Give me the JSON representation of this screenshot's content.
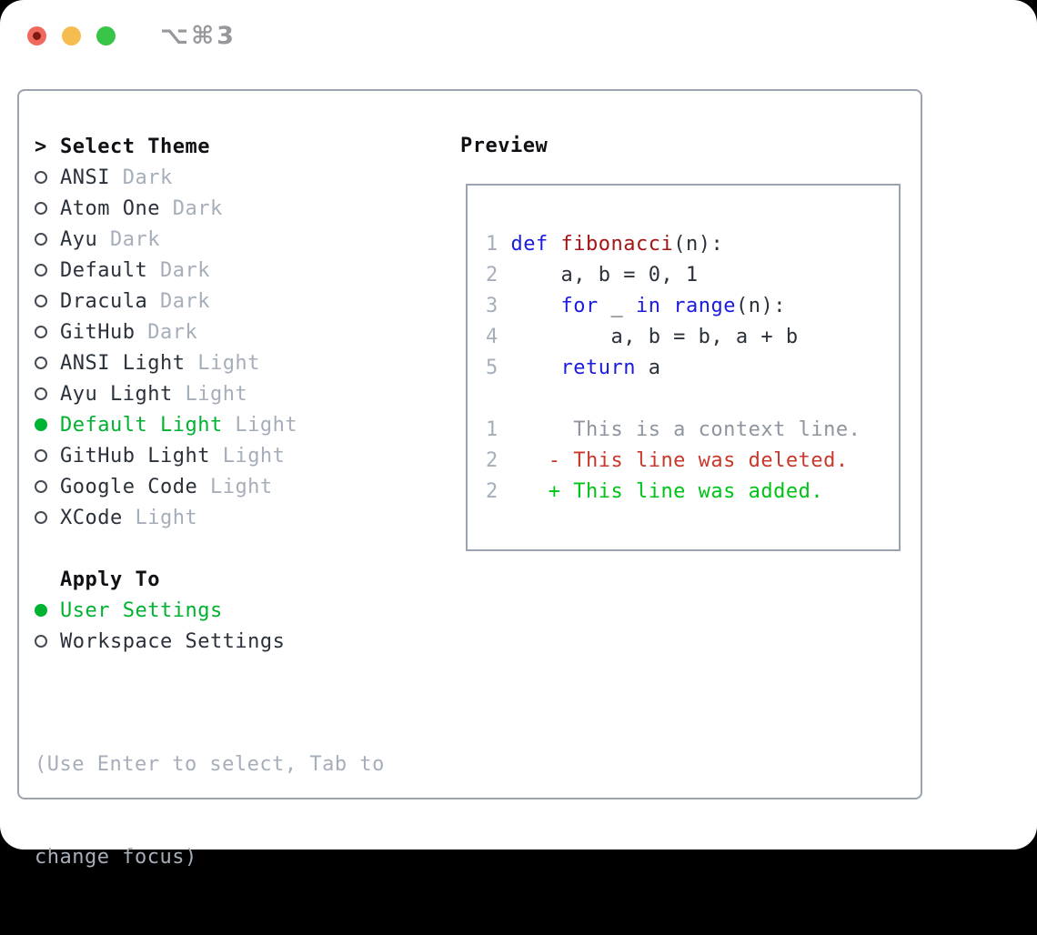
{
  "window": {
    "shortcut": "⌥⌘3"
  },
  "colors": {
    "accent_green": "#00b232",
    "keyword_blue": "#1b1be0",
    "function_red": "#a31515",
    "diff_deleted_red": "#c8382b",
    "diff_added_green": "#00c317",
    "muted_gray": "#a6aeba",
    "border_gray": "#9aa3ae",
    "traffic_red": "#ee6a5e",
    "traffic_yellow": "#f5bd4f",
    "traffic_green": "#38c547"
  },
  "theme_panel": {
    "title_marker": ">",
    "title": "Select Theme",
    "themes": [
      {
        "name": "ANSI",
        "variant": "Dark",
        "selected": false
      },
      {
        "name": "Atom One",
        "variant": "Dark",
        "selected": false
      },
      {
        "name": "Ayu",
        "variant": "Dark",
        "selected": false
      },
      {
        "name": "Default",
        "variant": "Dark",
        "selected": false
      },
      {
        "name": "Dracula",
        "variant": "Dark",
        "selected": false
      },
      {
        "name": "GitHub",
        "variant": "Dark",
        "selected": false
      },
      {
        "name": "ANSI Light",
        "variant": "Light",
        "selected": false
      },
      {
        "name": "Ayu Light",
        "variant": "Light",
        "selected": false
      },
      {
        "name": "Default Light",
        "variant": "Light",
        "selected": true
      },
      {
        "name": "GitHub Light",
        "variant": "Light",
        "selected": false
      },
      {
        "name": "Google Code",
        "variant": "Light",
        "selected": false
      },
      {
        "name": "XCode",
        "variant": "Light",
        "selected": false
      }
    ],
    "apply_to_label": "Apply To",
    "apply_options": [
      {
        "name": "User Settings",
        "selected": true
      },
      {
        "name": "Workspace Settings",
        "selected": false
      }
    ],
    "hint_line1": "(Use Enter to select, Tab to",
    "hint_line2": "change focus)"
  },
  "preview": {
    "title": "Preview",
    "lines": [
      {
        "tokens": [
          {
            "t": "1 ",
            "c": "ln"
          },
          {
            "t": "def",
            "c": "kw"
          },
          {
            "t": " ",
            "c": "pl"
          },
          {
            "t": "fibonacci",
            "c": "fn"
          },
          {
            "t": "(n):",
            "c": "pl"
          }
        ]
      },
      {
        "tokens": [
          {
            "t": "2",
            "c": "ln"
          },
          {
            "t": "     a, b = 0, 1",
            "c": "pl"
          }
        ]
      },
      {
        "tokens": [
          {
            "t": "3",
            "c": "ln"
          },
          {
            "t": "     ",
            "c": "pl"
          },
          {
            "t": "for",
            "c": "kw"
          },
          {
            "t": " _ ",
            "c": "pl"
          },
          {
            "t": "in",
            "c": "kw"
          },
          {
            "t": " ",
            "c": "pl"
          },
          {
            "t": "range",
            "c": "kw"
          },
          {
            "t": "(n):",
            "c": "pl"
          }
        ]
      },
      {
        "tokens": [
          {
            "t": "4",
            "c": "ln"
          },
          {
            "t": "         a, b = b, a + b",
            "c": "pl"
          }
        ]
      },
      {
        "tokens": [
          {
            "t": "5",
            "c": "ln"
          },
          {
            "t": "     ",
            "c": "pl"
          },
          {
            "t": "return",
            "c": "kw"
          },
          {
            "t": " a",
            "c": "pl"
          }
        ]
      },
      {
        "tokens": []
      },
      {
        "tokens": [
          {
            "t": "1",
            "c": "ln"
          },
          {
            "t": "      This is a context line.",
            "c": "ctx"
          }
        ]
      },
      {
        "tokens": [
          {
            "t": "2",
            "c": "ln"
          },
          {
            "t": "    ",
            "c": "pl"
          },
          {
            "t": "- This line was deleted.",
            "c": "del"
          }
        ]
      },
      {
        "tokens": [
          {
            "t": "2",
            "c": "ln"
          },
          {
            "t": "    ",
            "c": "pl"
          },
          {
            "t": "+ This line was added.",
            "c": "add"
          }
        ]
      }
    ]
  }
}
